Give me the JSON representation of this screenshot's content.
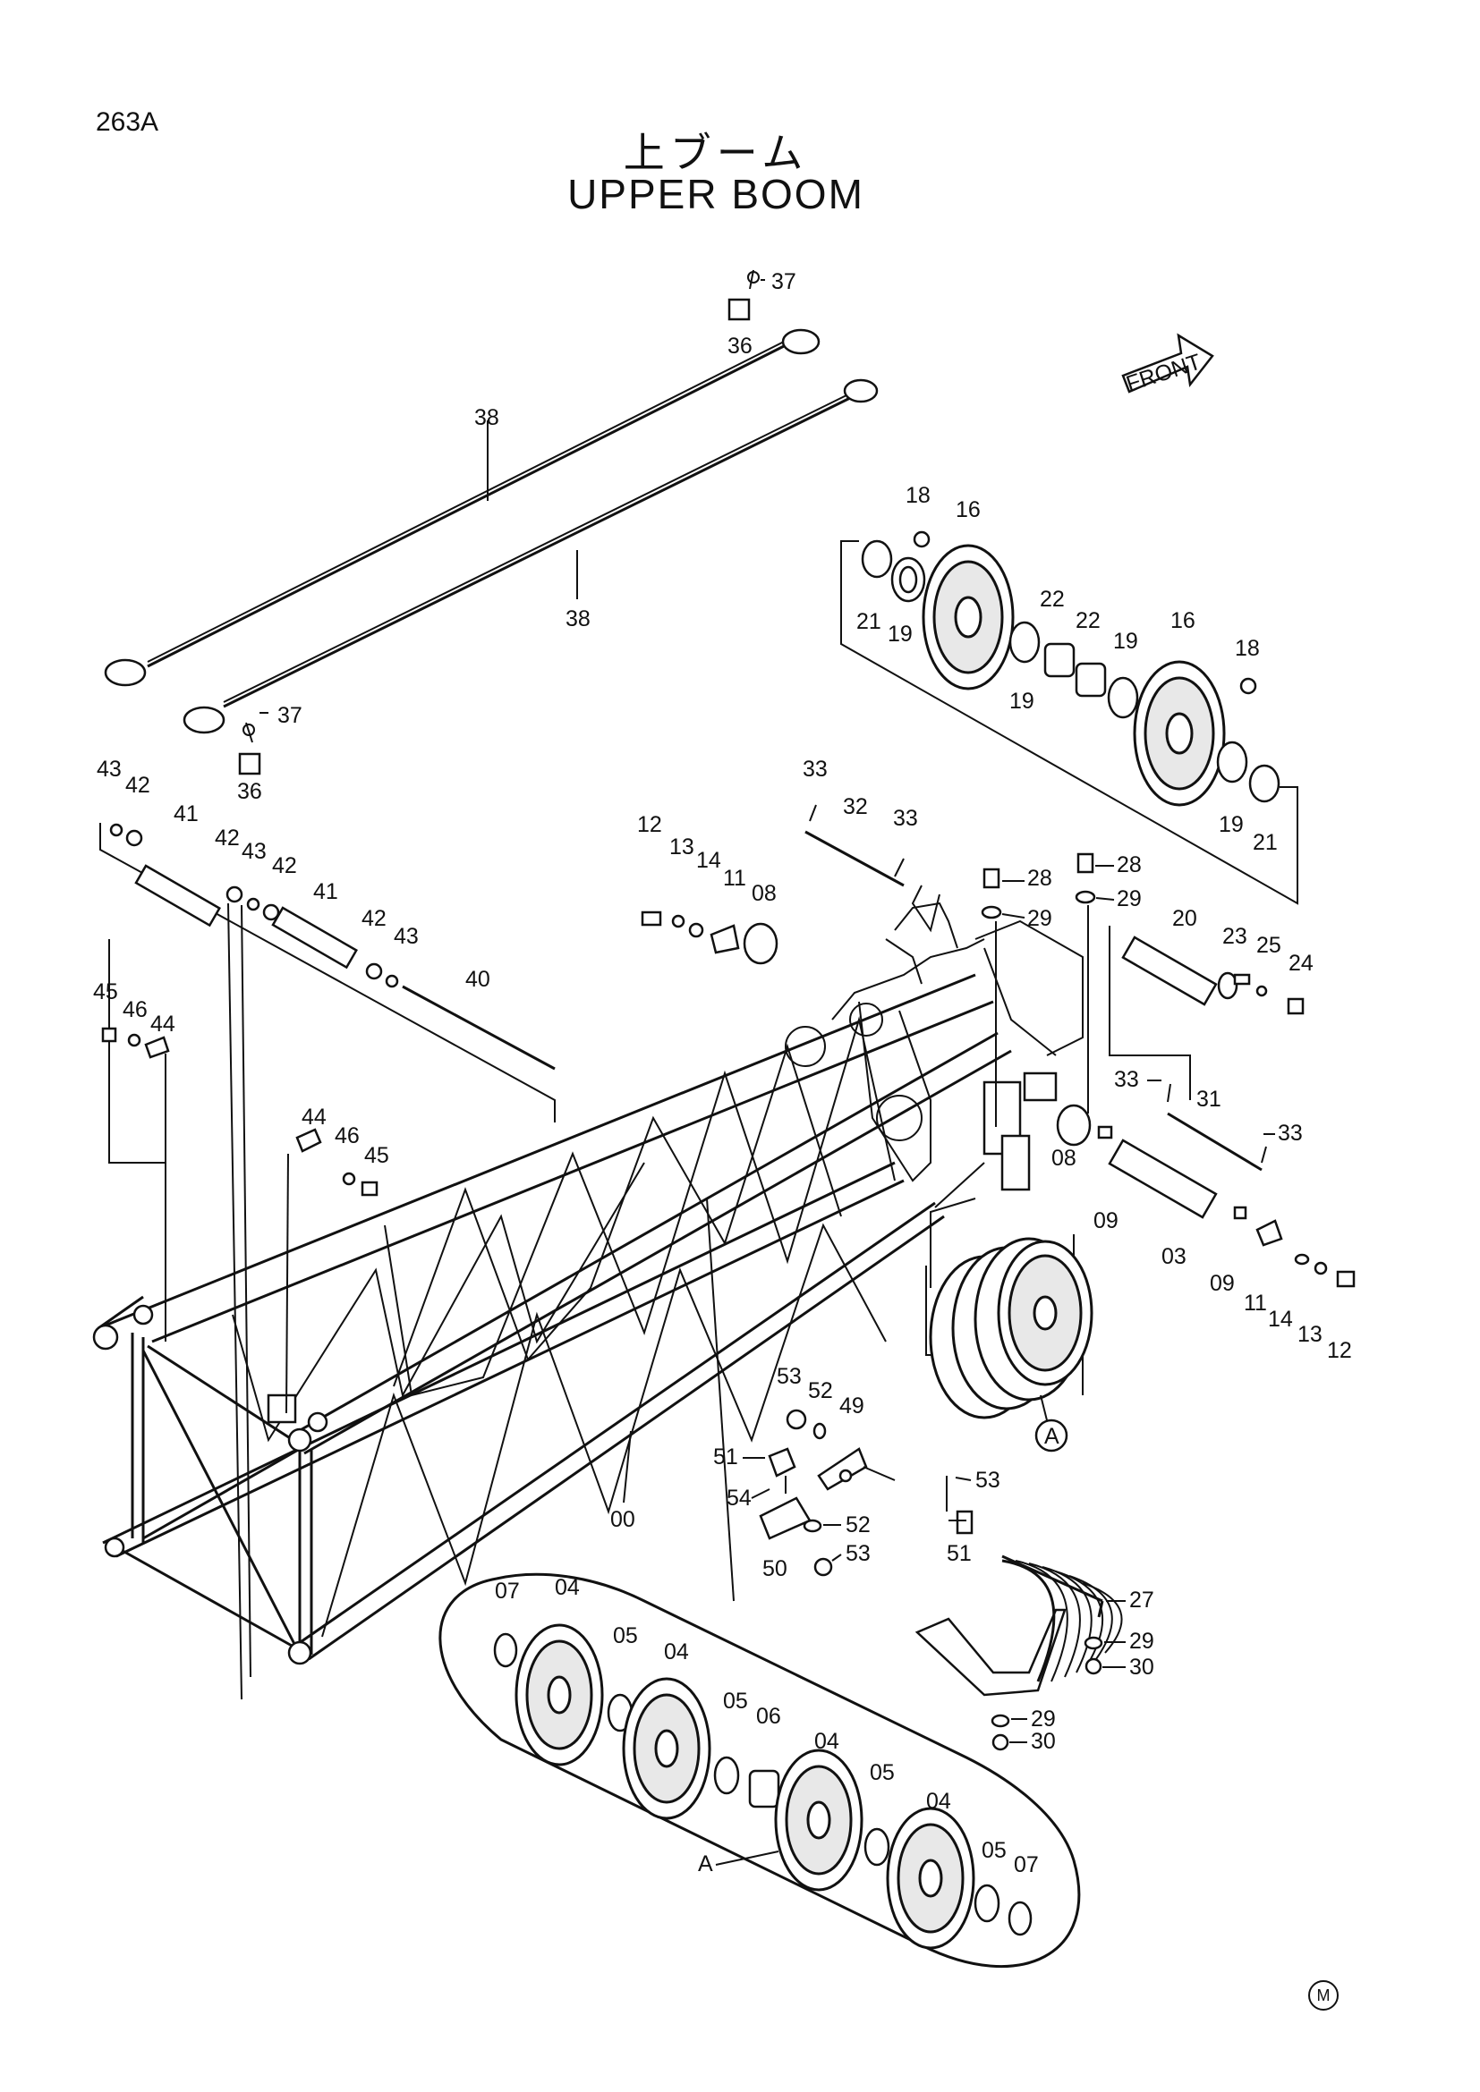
{
  "page_code": "263A",
  "title_jp": "上ブーム",
  "title_en": "UPPER BOOM",
  "front_label": "FRONT",
  "detail_ref": "A",
  "copyright_mark": "M",
  "callouts": {
    "c37a": "37",
    "c36a": "36",
    "c38a": "38",
    "c38b": "38",
    "c37b": "37",
    "c36b": "36",
    "c18a": "18",
    "c16a": "16",
    "c21a": "21",
    "c19a": "19",
    "c22a": "22",
    "c22b": "22",
    "c19b": "19",
    "c16b": "16",
    "c18b": "18",
    "c19c": "19",
    "c21b": "21",
    "c19d": "19",
    "c43a": "43",
    "c42a": "42",
    "c41a": "41",
    "c42b": "42",
    "c43b": "43",
    "c42c": "42",
    "c41b": "41",
    "c42d": "42",
    "c43c": "43",
    "c40": "40",
    "c33a": "33",
    "c32": "32",
    "c33b": "33",
    "c12a": "12",
    "c13a": "13",
    "c14a": "14",
    "c11a": "11",
    "c08a": "08",
    "c28a": "28",
    "c28b": "28",
    "c29a": "29",
    "c29b": "29",
    "c20": "20",
    "c23": "23",
    "c25": "25",
    "c24": "24",
    "c45a": "45",
    "c46a": "46",
    "c44a": "44",
    "c44b": "44",
    "c46b": "46",
    "c45b": "45",
    "c33c": "33",
    "c31": "31",
    "c33d": "33",
    "c08b": "08",
    "c09a": "09",
    "c03": "03",
    "c09b": "09",
    "c11b": "11",
    "c14b": "14",
    "c13b": "13",
    "c12b": "12",
    "c53a": "53",
    "c52a": "52",
    "c49": "49",
    "c51a": "51",
    "c54": "54",
    "c52b": "52",
    "c53b": "53",
    "c50": "50",
    "c00": "00",
    "c53c": "53",
    "c51b": "51",
    "c27": "27",
    "c29c": "29",
    "c30a": "30",
    "c29d": "29",
    "c30b": "30",
    "c07a": "07",
    "c04a": "04",
    "c05a": "05",
    "c04b": "04",
    "c05b": "05",
    "c06": "06",
    "c04c": "04",
    "c05c": "05",
    "c04d": "04",
    "c05d": "05",
    "c07b": "07"
  }
}
